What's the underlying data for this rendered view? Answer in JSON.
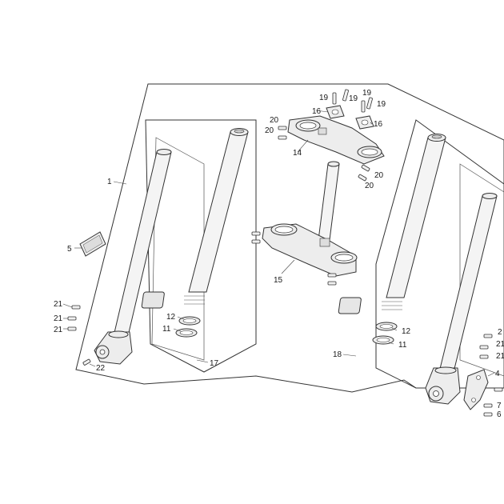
{
  "diagram": {
    "labels": {
      "p1": "1",
      "p4": "4",
      "p5": "5",
      "p6": "6",
      "p7": "7",
      "p11a": "11",
      "p11b": "11",
      "p12a": "12",
      "p12b": "12",
      "p14": "14",
      "p15": "15",
      "p16a": "16",
      "p16b": "16",
      "p17": "17",
      "p18": "18",
      "p19a": "19",
      "p19b": "19",
      "p19c": "19",
      "p19d": "19",
      "p20a": "20",
      "p20b": "20",
      "p20c": "20",
      "p20d": "20",
      "p21a": "21",
      "p21b": "21",
      "p21c": "21",
      "p21d": "2",
      "p21e": "21",
      "p21f": "21",
      "p22": "22"
    }
  }
}
